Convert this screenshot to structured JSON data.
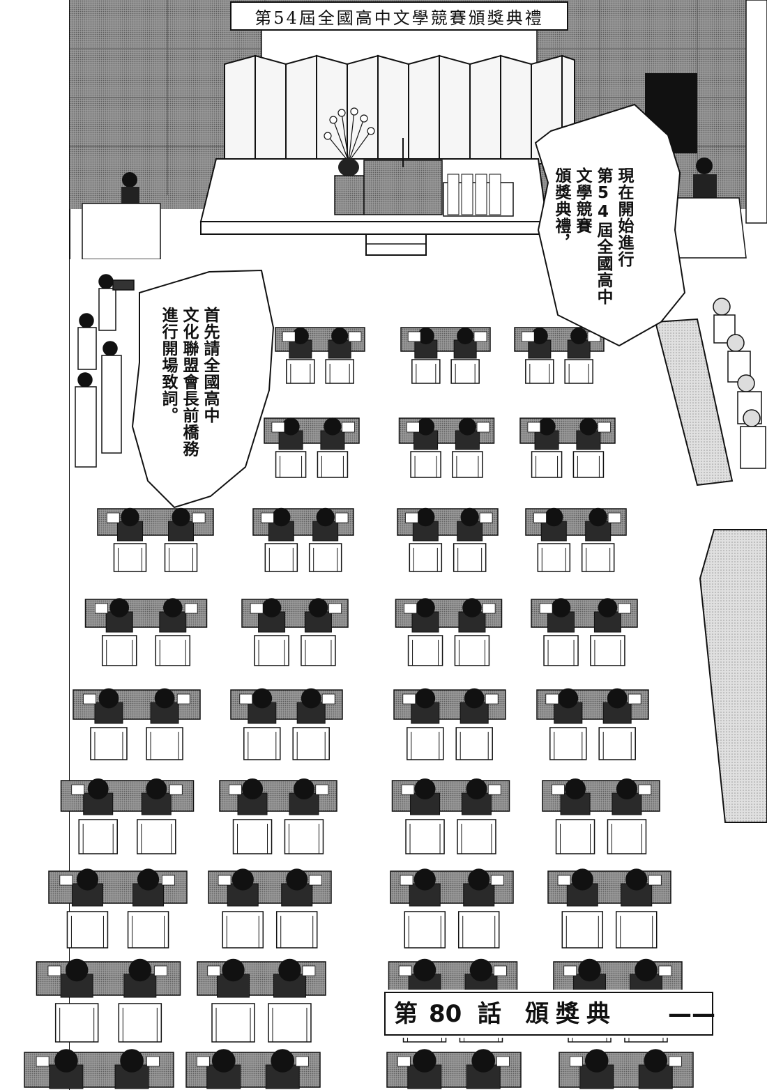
{
  "banner": {
    "title": "第54屆全國高中文學競賽頒獎典禮"
  },
  "speech_bubbles": [
    {
      "id": "right",
      "lines": [
        "現在開始進行",
        "第54屆全國高中",
        "文學競賽",
        "頒獎典禮，"
      ]
    },
    {
      "id": "left",
      "lines": [
        "首先請全國高中",
        "文化聯盟會長前橋務",
        "進行開場致詞。"
      ]
    }
  ],
  "chapter": {
    "prefix": "第",
    "number": "80",
    "suffix": "話",
    "title": "頒獎典",
    "dash": "——"
  },
  "colors": {
    "ink": "#111111",
    "paper": "#ffffff",
    "screentone_dark": "#7a7a7a",
    "screentone_mid": "#a9a9a9",
    "screentone_light": "#d6d6d6"
  }
}
